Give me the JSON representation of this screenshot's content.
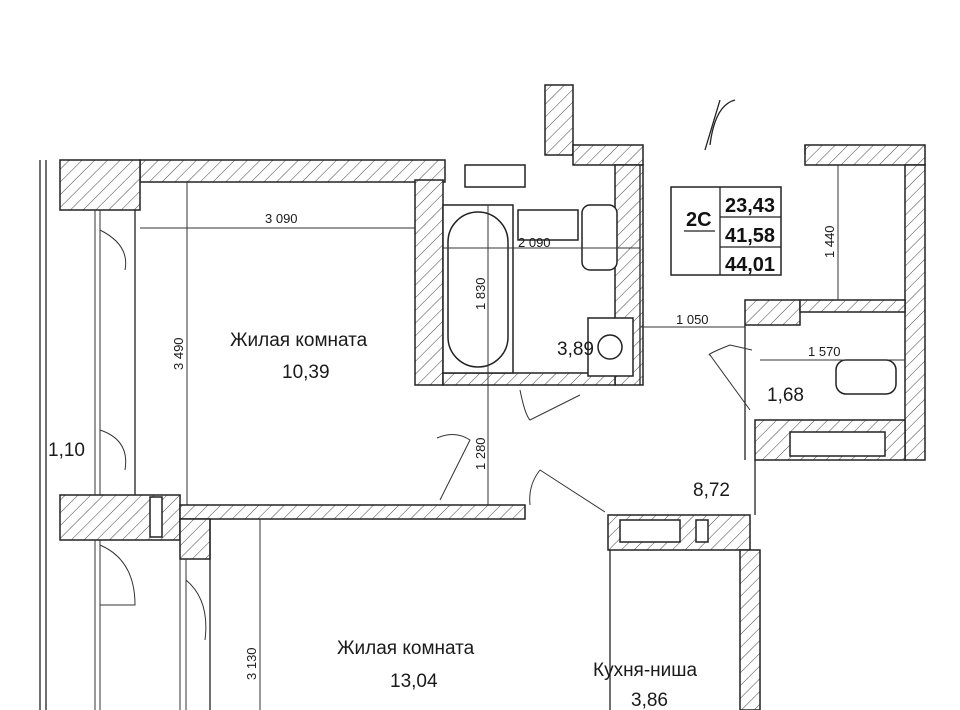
{
  "apartment": {
    "type": "2С",
    "areas": [
      "23,43",
      "41,58",
      "44,01"
    ]
  },
  "rooms": {
    "living1": {
      "name": "Жилая комната",
      "area": "10,39"
    },
    "bathroom": {
      "area": "3,89"
    },
    "wc": {
      "area": "1,68"
    },
    "hall": {
      "area": "8,72"
    },
    "balcony": {
      "area": "1,10"
    },
    "living2": {
      "name": "Жилая комната",
      "area": "13,04"
    },
    "kitchen": {
      "name": "Кухня-ниша",
      "area": "3,86"
    }
  },
  "dimensions": {
    "d3090": "3 090",
    "d2090": "2 090",
    "d1830": "1 830",
    "d3490": "3 490",
    "d1280": "1 280",
    "d1050": "1 050",
    "d1570": "1 570",
    "d1440": "1 440",
    "d3130": "3 130"
  }
}
